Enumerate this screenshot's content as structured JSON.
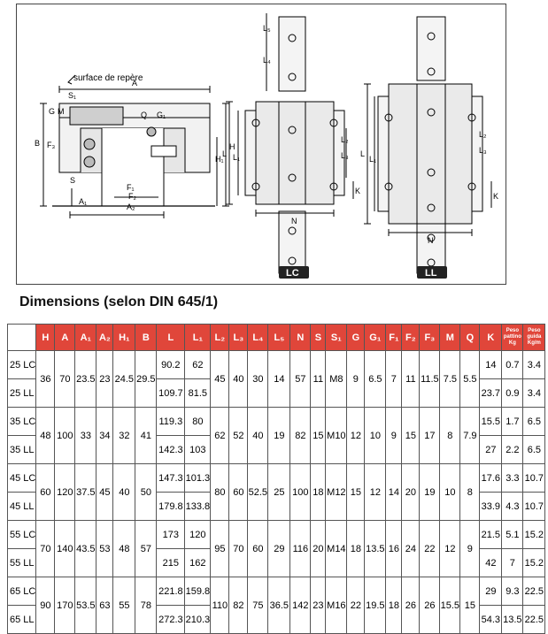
{
  "drawing": {
    "labels": {
      "surface": "surface de repère",
      "A": "A",
      "S1": "S₁",
      "M": "M",
      "G": "G",
      "Q": "Q",
      "G1": "G₁",
      "B": "B",
      "F3": "F₃",
      "H": "H",
      "H1": "H₁",
      "S": "S",
      "F1": "F₁",
      "F2": "F₂",
      "A1": "A₁",
      "A2": "A₂",
      "L": "L",
      "L1": "L₁",
      "L2": "L₂",
      "L3": "L₃",
      "L4": "L₄",
      "L5": "L₅",
      "K": "K",
      "N": "N"
    },
    "variant_lc": "LC",
    "variant_ll": "LL"
  },
  "title": "Dimensions (selon DIN 645/1)",
  "table": {
    "headers": [
      "H",
      "A",
      "A₁",
      "A₂",
      "H₁",
      "B",
      "L",
      "L₁",
      "L₂",
      "L₃",
      "L₄",
      "L₅",
      "N",
      "S",
      "S₁",
      "G",
      "G₁",
      "F₁",
      "F₂",
      "F₃",
      "M",
      "Q",
      "K"
    ],
    "peso_patino": "Peso pattino Kg",
    "peso_guida": "Peso guida Kg/m",
    "groups": [
      {
        "H": "36",
        "A": "70",
        "A1": "23.5",
        "A2": "23",
        "H1": "24.5",
        "B": "29.5",
        "L2": "45",
        "L3": "40",
        "L4": "30",
        "L5": "14",
        "N": "57",
        "S": "11",
        "S1": "M8",
        "G": "9",
        "G1": "6.5",
        "F1": "7",
        "F2": "11",
        "F3": "11.5",
        "M": "7.5",
        "Q": "5.5",
        "rows": [
          {
            "type": "25 LC",
            "L": "90.2",
            "L1": "62",
            "K": "14",
            "pp": "0.7",
            "pg": "3.4"
          },
          {
            "type": "25 LL",
            "L": "109.7",
            "L1": "81.5",
            "K": "23.7",
            "pp": "0.9",
            "pg": "3.4"
          }
        ]
      },
      {
        "H": "48",
        "A": "100",
        "A1": "33",
        "A2": "34",
        "H1": "32",
        "B": "41",
        "L2": "62",
        "L3": "52",
        "L4": "40",
        "L5": "19",
        "N": "82",
        "S": "15",
        "S1": "M10",
        "G": "12",
        "G1": "10",
        "F1": "9",
        "F2": "15",
        "F3": "17",
        "M": "8",
        "Q": "7.9",
        "rows": [
          {
            "type": "35 LC",
            "L": "119.3",
            "L1": "80",
            "K": "15.5",
            "pp": "1.7",
            "pg": "6.5"
          },
          {
            "type": "35 LL",
            "L": "142.3",
            "L1": "103",
            "K": "27",
            "pp": "2.2",
            "pg": "6.5"
          }
        ]
      },
      {
        "H": "60",
        "A": "120",
        "A1": "37.5",
        "A2": "45",
        "H1": "40",
        "B": "50",
        "L2": "80",
        "L3": "60",
        "L4": "52.5",
        "L5": "25",
        "N": "100",
        "S": "18",
        "S1": "M12",
        "G": "15",
        "G1": "12",
        "F1": "14",
        "F2": "20",
        "F3": "19",
        "M": "10",
        "Q": "8",
        "rows": [
          {
            "type": "45 LC",
            "L": "147.3",
            "L1": "101.3",
            "K": "17.6",
            "pp": "3.3",
            "pg": "10.7"
          },
          {
            "type": "45 LL",
            "L": "179.8",
            "L1": "133.8",
            "K": "33.9",
            "pp": "4.3",
            "pg": "10.7"
          }
        ]
      },
      {
        "H": "70",
        "A": "140",
        "A1": "43.5",
        "A2": "53",
        "H1": "48",
        "B": "57",
        "L2": "95",
        "L3": "70",
        "L4": "60",
        "L5": "29",
        "N": "116",
        "S": "20",
        "S1": "M14",
        "G": "18",
        "G1": "13.5",
        "F1": "16",
        "F2": "24",
        "F3": "22",
        "M": "12",
        "Q": "9",
        "rows": [
          {
            "type": "55 LC",
            "L": "173",
            "L1": "120",
            "K": "21.5",
            "pp": "5.1",
            "pg": "15.2"
          },
          {
            "type": "55 LL",
            "L": "215",
            "L1": "162",
            "K": "42",
            "pp": "7",
            "pg": "15.2"
          }
        ]
      },
      {
        "H": "90",
        "A": "170",
        "A1": "53.5",
        "A2": "63",
        "H1": "55",
        "B": "78",
        "L2": "110",
        "L3": "82",
        "L4": "75",
        "L5": "36.5",
        "N": "142",
        "S": "23",
        "S1": "M16",
        "G": "22",
        "G1": "19.5",
        "F1": "18",
        "F2": "26",
        "F3": "26",
        "M": "15.5",
        "Q": "15",
        "rows": [
          {
            "type": "65 LC",
            "L": "221.8",
            "L1": "159.8",
            "K": "29",
            "pp": "9.3",
            "pg": "22.5"
          },
          {
            "type": "65 LL",
            "L": "272.3",
            "L1": "210.3",
            "K": "54.3",
            "pp": "13.5",
            "pg": "22.5"
          }
        ]
      }
    ]
  }
}
